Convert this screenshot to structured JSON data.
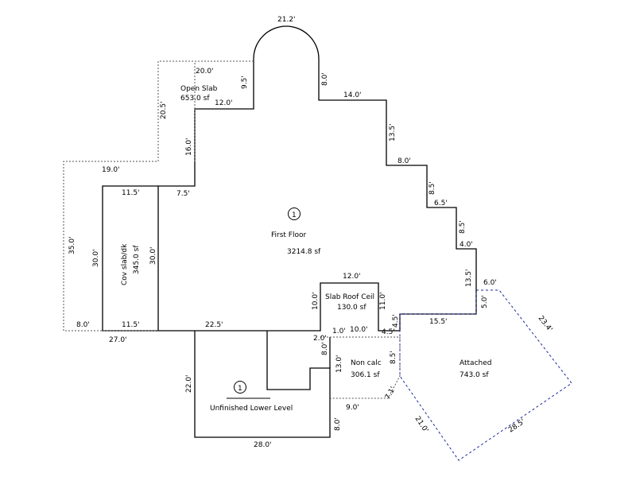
{
  "dimensions": {
    "arc_width": "21.2'",
    "open_slab_top": "20.0'",
    "open_slab_right": "9.5'",
    "open_slab_left": "20.5'",
    "open_slab_bottom": "12.0'",
    "arc_right_drop": "8.0'",
    "step_1_run": "14.0'",
    "step_1_drop": "13.5'",
    "step_2_run": "8.0'",
    "step_2_drop": "8.5'",
    "step_3_run": "6.5'",
    "step_3_drop": "8.5'",
    "step_4_run": "4.0'",
    "step_4_drop": "13.5'",
    "first_floor_left_upper": "16.0'",
    "first_floor_left_step": "7.5'",
    "dotted_top": "19.0'",
    "dotted_left": "35.0'",
    "dotted_bottom_left": "8.0'",
    "dotted_bottom": "27.0'",
    "cov_top": "11.5'",
    "cov_left": "30.0'",
    "cov_right": "30.0'",
    "cov_bottom": "11.5'",
    "lower_top": "22.5'",
    "lower_left": "22.0'",
    "lower_bottom": "28.0'",
    "lower_right_low": "8.0'",
    "notch_a": "2.0'",
    "notch_b": "8.0'",
    "non_calc_left": "13.0'",
    "slab_roof_top": "12.0'",
    "slab_roof_left": "10.0'",
    "slab_roof_right": "11.0'",
    "slab_roof_small": "1.0'",
    "slab_roof_bottom": "10.0'",
    "slab_roof_step_h": "4.5'",
    "slab_roof_step_v": "4.5'",
    "attached_top": "15.5'",
    "attached_step_v": "5.0'",
    "attached_step_h": "6.0'",
    "attached_right": "23.4'",
    "attached_bottom_right": "28.5'",
    "attached_bottom_left": "21.0'",
    "attached_left": "8.5'",
    "non_calc_diag": "7.1'",
    "non_calc_bottom": "9.0'"
  },
  "areas": {
    "open_slab_name": "Open Slab",
    "open_slab_sf": "653.0 sf",
    "first_floor_marker": "1",
    "first_floor_name": "First Floor",
    "first_floor_sf": "3214.8 sf",
    "cov_name": "Cov slab/dk",
    "cov_sf": "345.0 sf",
    "slab_roof_name": "Slab Roof Ceil",
    "slab_roof_sf": "130.0 sf",
    "non_calc_name": "Non calc",
    "non_calc_sf": "306.1 sf",
    "attached_name": "Attached",
    "attached_sf": "743.0 sf",
    "lower_marker": "1",
    "lower_name": "Unfinished Lower Level"
  },
  "colors": {
    "line": "#000000",
    "dotted_line": "#555555",
    "garage_line": "#1f2a9c"
  }
}
